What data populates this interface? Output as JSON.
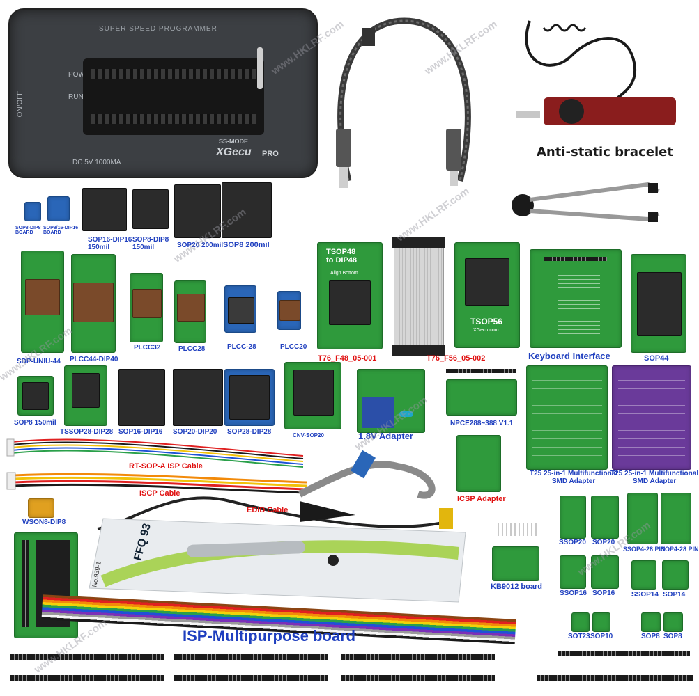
{
  "watermark": "www.HKLRF.com",
  "programmer": {
    "top_text": "SUPER SPEED PROGRAMMER",
    "mode": "SS-MODE",
    "brand": "XGecu",
    "model": "PRO",
    "side_text": "ON/OFF",
    "pow": "POW",
    "run": "RUN",
    "power_rating": "DC 5V 1000MA"
  },
  "labels": {
    "anti_static": "Anti-static bracelet",
    "sop8_dip8_board": "SOP8-DIP8\nBOARD",
    "sop16_dip16_board": "SOP8/16-DIP16\nBOARD",
    "sop16_dip16_150": "SOP16-DIP16\n150mil",
    "sop8_dip8_150": "SOP8-DIP8\n150mil",
    "sop20_200": "SOP20 200mil",
    "sop8_200": "SOP8 200mil",
    "sdp_uniu_44": "SDP-UNIU-44",
    "plcc44_dip40": "PLCC44-DIP40",
    "plcc32": "PLCC32",
    "plcc28": "PLCC28",
    "plcc_28": "PLCC-28",
    "plcc20": "PLCC20",
    "t76_f48": "T76_F48_05-001",
    "t76_f56": "T76_F56_05-002",
    "keyboard_interface": "Keyboard Interface",
    "sop44": "SOP44",
    "sop8_150": "SOP8 150mil",
    "tssop28_dip28": "TSSOP28-DIP28",
    "sop16_dip16": "SOP16-DIP16",
    "sop20_dip20": "SOP20-DIP20",
    "sop28_dip28": "SOP28-DIP28",
    "cnv_sop20": "CNV-SOP20",
    "adapter_18v": "1.8V Adapter",
    "npce288": "NPCE288~388  V1.1",
    "t25_green": "T25 25-in-1 Multifunctional\nSMD Adapter",
    "t25_purple": "T25 25-in-1 Multifunctional\nSMD Adapter",
    "rt_sop_a": "RT-SOP-A ISP Cable",
    "iscp_cable": "ISCP Cable",
    "wson8": "WSON8-DIP8",
    "edid_cable": "EDID Cable",
    "icsp_adapter": "ICSP Adapter",
    "ssop20": "SSOP20",
    "sop20": "SOP20",
    "ssop4_28": "SSOP4-28 PIN",
    "sop4_28": "SOP4-28 PIN",
    "kb9012": "KB9012 board",
    "ssop16": "SSOP16",
    "sop16": "SOP16",
    "ssop14": "SSOP14",
    "sop14": "SOP14",
    "sot23": "SOT23",
    "sop10": "SOP10",
    "sop8": "SOP8",
    "sop8_b": "SOP8",
    "isp_multi": "ISP-Multipurpose board"
  },
  "board_text": {
    "tsop48_title": "TSOP48\nto DIP48",
    "tsop48_align": "Align Bottom",
    "tsop56_title": "TSOP56",
    "tsop56_brand": "XGecu.com",
    "pen_brand": "FFQ 93",
    "pen_no": "No.939-1"
  },
  "colors": {
    "label_blue": "#1f3fbf",
    "label_red": "#e01010",
    "pcb_green": "#2f9a3c",
    "pcb_purple": "#6a3a9a"
  }
}
